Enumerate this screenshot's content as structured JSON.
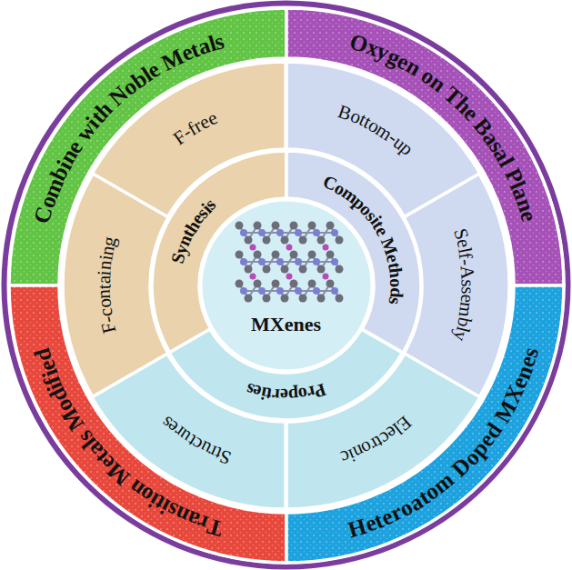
{
  "diagram": {
    "nodes": [
      {
        "text": [
          "Combine with Noble Metals"
        ]
      },
      {
        "text": [
          "Oxygen on The Basal Plane"
        ]
      },
      {
        "text": [
          "F-free"
        ]
      },
      {
        "text": [
          "Bottom-up"
        ]
      },
      {
        "text": [
          "F-containing"
        ]
      },
      {
        "text": [
          "Synthesis"
        ]
      },
      {
        "text": [
          "Composite Methods"
        ]
      },
      {
        "text": [
          "Self-Assembly"
        ]
      },
      {
        "text": [
          "MXenes"
        ]
      },
      {
        "text": [
          "Properties"
        ]
      },
      {
        "text": [
          "Structures"
        ]
      },
      {
        "text": [
          "Electronic"
        ]
      },
      {
        "text": [
          "Transition Metals Modified"
        ]
      },
      {
        "text": [
          "Heteroatom Doped MXenes"
        ]
      }
    ]
  }
}
